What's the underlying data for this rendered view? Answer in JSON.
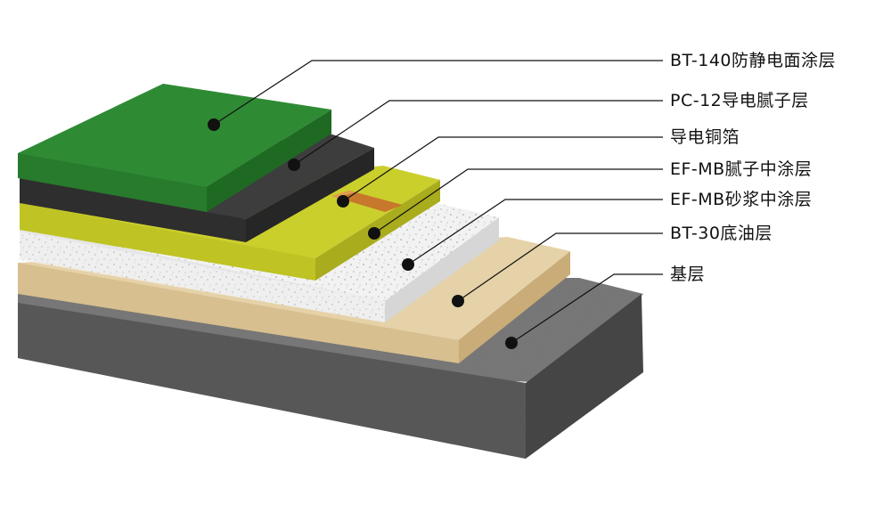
{
  "layers": [
    {
      "label": "BT-140防静电面涂层",
      "color": "#2f8a34"
    },
    {
      "label": "PC-12导电腻子层",
      "color": "#3a3a3a"
    },
    {
      "label": "导电铜箔",
      "color": "#c7782d"
    },
    {
      "label": "EF-MB腻子中涂层",
      "color": "#c8cc2a"
    },
    {
      "label": "EF-MB砂浆中涂层",
      "color": "#f1f1f1"
    },
    {
      "label": "BT-30底油层",
      "color": "#e4cfa3"
    },
    {
      "label": "基层",
      "color": "#6d6d6d"
    }
  ]
}
